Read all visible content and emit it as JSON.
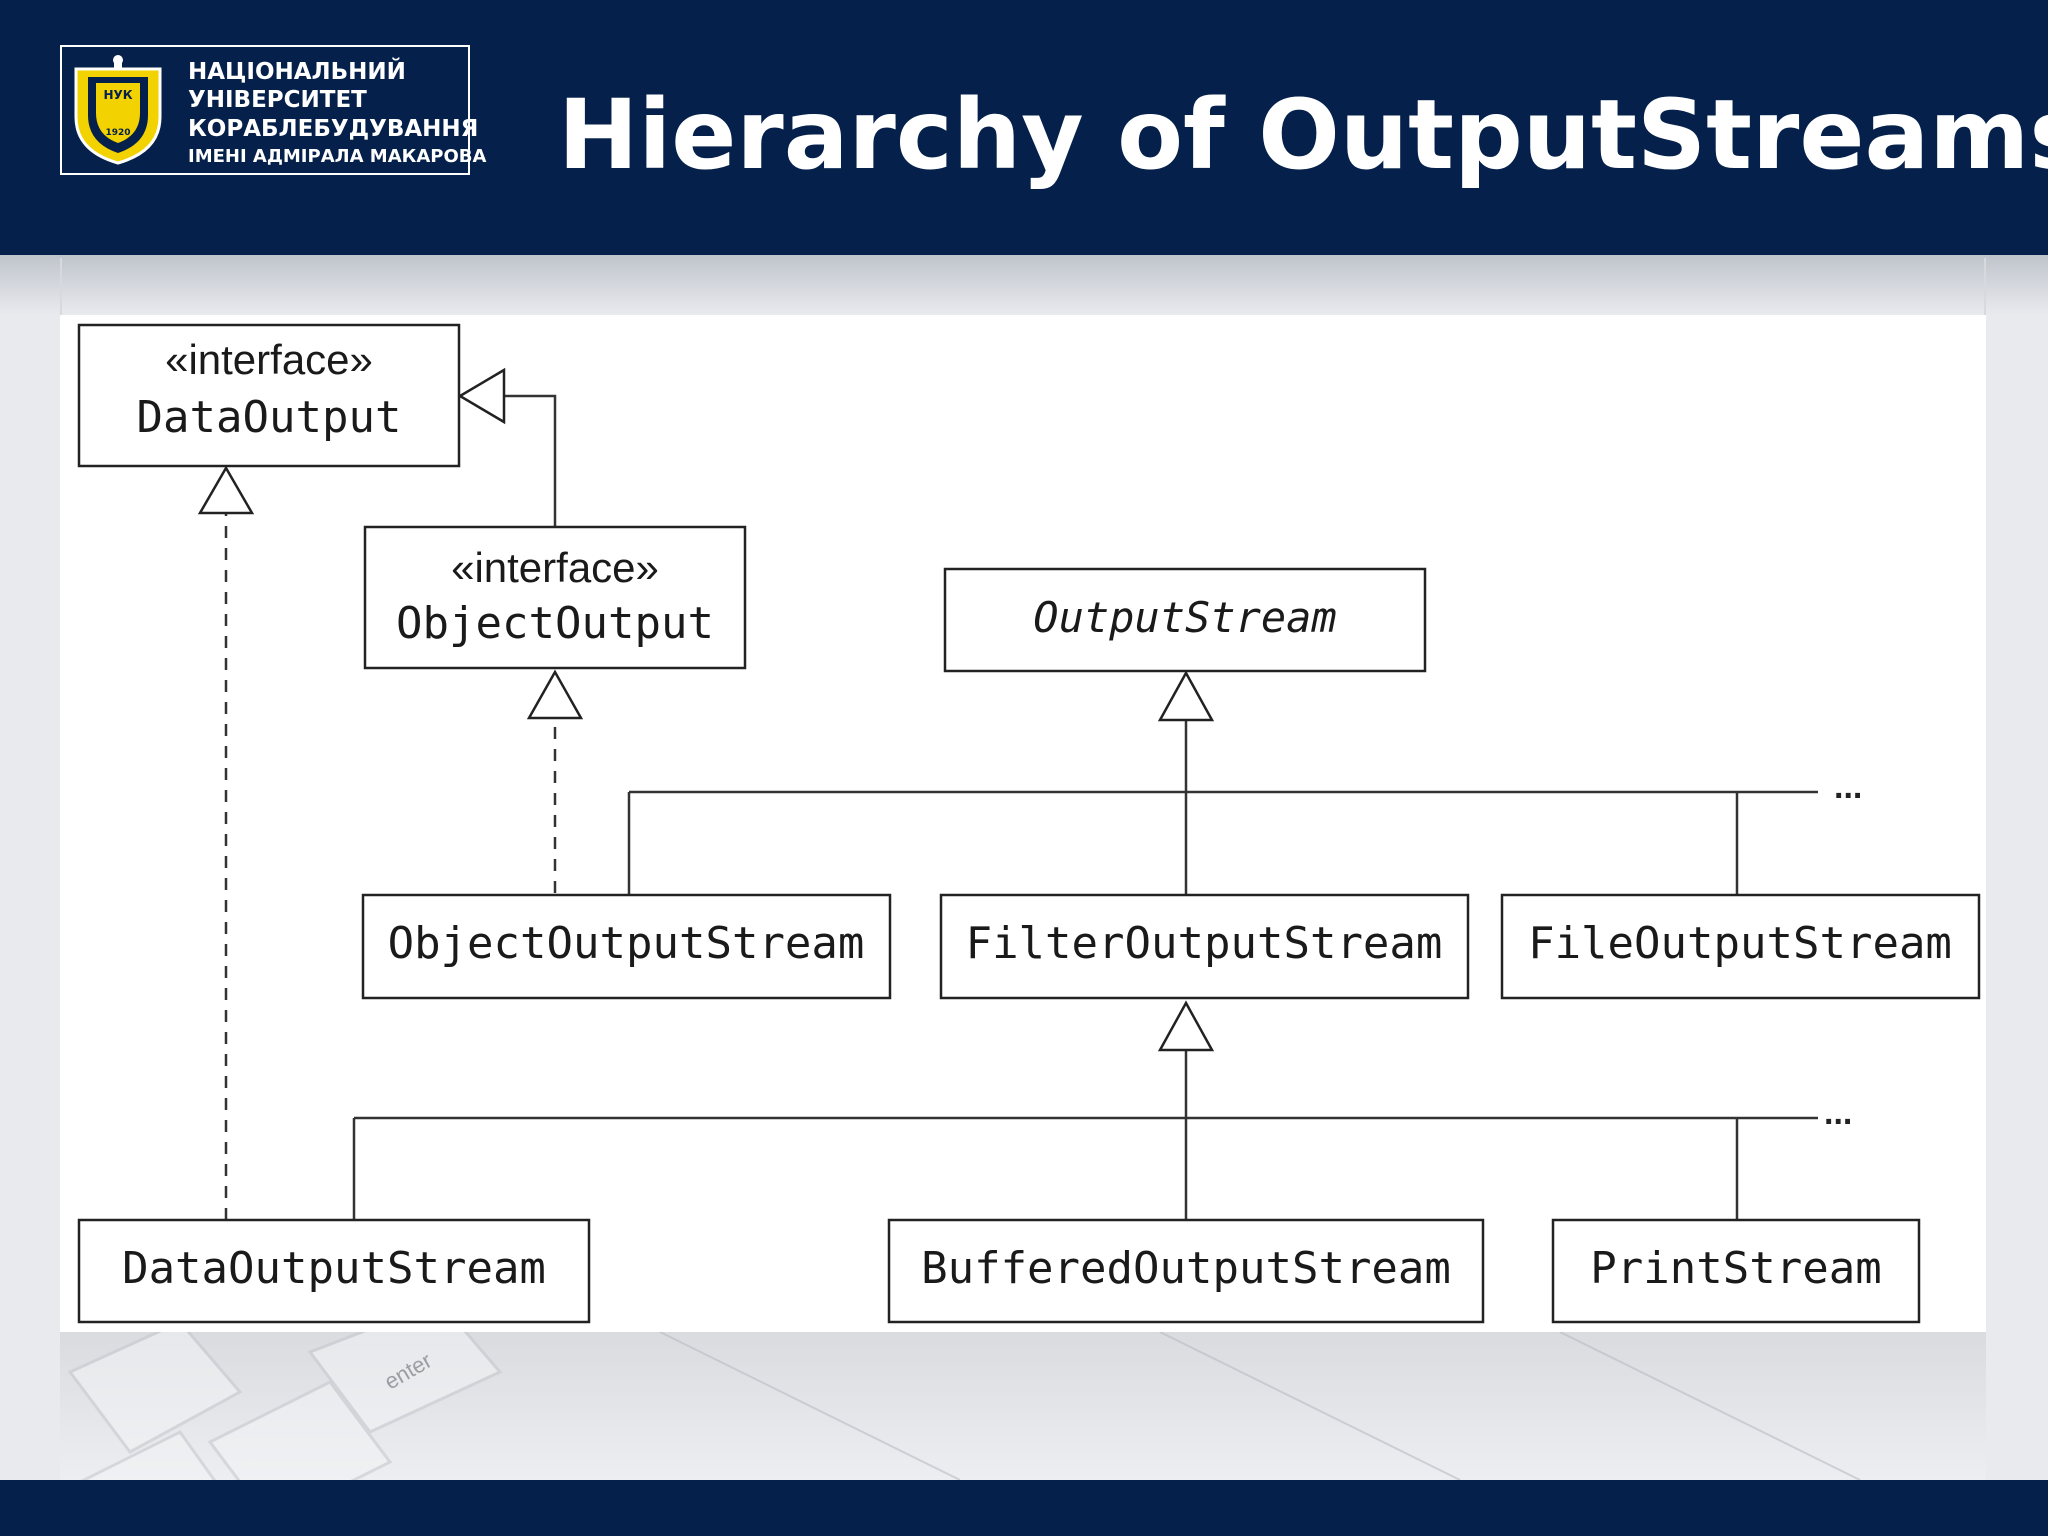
{
  "header": {
    "title": "Hierarchy of OutputStreams",
    "logo": {
      "badge_text": "НУК",
      "badge_year": "1920",
      "lines": [
        "НАЦІОНАЛЬНИЙ",
        "УНІВЕРСИТЕТ",
        "КОРАБЛЕБУДУВАННЯ",
        "ІМЕНІ АДМІРАЛА МАКАРОВА"
      ]
    }
  },
  "colors": {
    "header_bg": "#05204a",
    "badge_yellow": "#f2d200",
    "diagram_bg": "#ffffff"
  },
  "diagram": {
    "stereotype": "«interface»",
    "nodes": {
      "data_output": "DataOutput",
      "object_output": "ObjectOutput",
      "output_stream": "OutputStream",
      "object_output_stream": "ObjectOutputStream",
      "filter_output_stream": "FilterOutputStream",
      "file_output_stream": "FileOutputStream",
      "data_output_stream": "DataOutputStream",
      "buffered_output_stream": "BufferedOutputStream",
      "print_stream": "PrintStream"
    },
    "ellipsis": "...",
    "relations": [
      {
        "from": "ObjectOutput",
        "to": "DataOutput",
        "kind": "extends"
      },
      {
        "from": "DataOutputStream",
        "to": "DataOutput",
        "kind": "implements"
      },
      {
        "from": "ObjectOutputStream",
        "to": "ObjectOutput",
        "kind": "implements"
      },
      {
        "from": "ObjectOutputStream",
        "to": "OutputStream",
        "kind": "extends"
      },
      {
        "from": "FilterOutputStream",
        "to": "OutputStream",
        "kind": "extends"
      },
      {
        "from": "FileOutputStream",
        "to": "OutputStream",
        "kind": "extends"
      },
      {
        "from": "DataOutputStream",
        "to": "FilterOutputStream",
        "kind": "extends"
      },
      {
        "from": "BufferedOutputStream",
        "to": "FilterOutputStream",
        "kind": "extends"
      },
      {
        "from": "PrintStream",
        "to": "FilterOutputStream",
        "kind": "extends"
      }
    ]
  },
  "background": {
    "keyboard_key_label": "enter"
  }
}
